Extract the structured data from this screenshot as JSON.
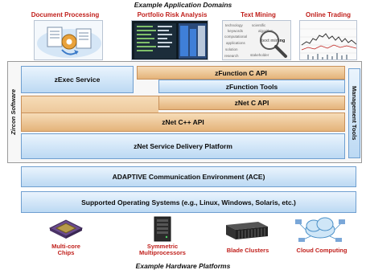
{
  "header": {
    "title": "Example Application Domains"
  },
  "domains": [
    {
      "label": "Document Processing"
    },
    {
      "label": "Portfolio Risk Analysis"
    },
    {
      "label": "Text Mining",
      "cloud_words": [
        "technology",
        "scientific",
        "keywords",
        "algorithm",
        "computational",
        "text mining",
        "applications",
        "solution",
        "stakeholder",
        "research"
      ]
    },
    {
      "label": "Online Trading"
    }
  ],
  "stack": {
    "side_label": "Zircon Software",
    "management_label": "Management Tools",
    "zexec": "zExec Service",
    "zfunction_c_api": "zFunction C API",
    "zfunction_tools": "zFunction Tools",
    "znet_c_api": "zNet  C API",
    "znet_cpp_api": "zNet  C++ API",
    "znet_sdp": "zNet  Service Delivery Platform",
    "ace": "ADAPTIVE Communication Environment (ACE)",
    "os": "Supported Operating Systems (e.g., Linux, Windows, Solaris, etc.)"
  },
  "hardware": [
    {
      "label": "Multi-core\nChips"
    },
    {
      "label": "Symmetric\nMultiprocessors"
    },
    {
      "label": "Blade Clusters"
    },
    {
      "label": "Cloud Computing"
    }
  ],
  "footer": {
    "title": "Example Hardware Platforms"
  },
  "colors": {
    "blue_fill": "#cfe3f7",
    "tan_fill": "#ecc28f",
    "label_red": "#c0201c"
  }
}
